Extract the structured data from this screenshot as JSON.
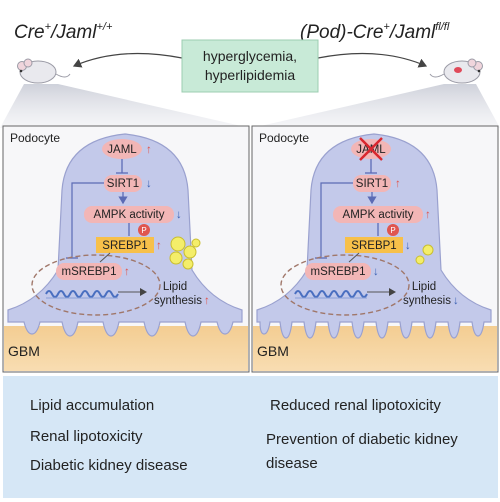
{
  "header": {
    "left_title": "Cre",
    "left_title_sup": "+",
    "left_title_rest": "/Jaml",
    "left_title_rest_sup": "+/+",
    "right_title_prefix": "(Pod)-Cre",
    "right_title_sup": "+",
    "right_title_rest": "/Jaml",
    "right_title_rest_sup": "fl/fl",
    "condition_line1": "hyperglycemia,",
    "condition_line2": "hyperlipidemia"
  },
  "panels": {
    "left": {
      "cell_label": "Podocyte",
      "jaml": "JAML",
      "sirt1": "SIRT1",
      "ampk": "AMPK activity",
      "srebp1": "SREBP1",
      "msrebp1": "mSREBP1",
      "lipid_line1": "Lipid",
      "lipid_line2": "synthesis",
      "phospho": "P",
      "gbm": "GBM"
    },
    "right": {
      "cell_label": "Podocyte",
      "jaml": "JAML",
      "sirt1": "SIRT1",
      "ampk": "AMPK activity",
      "srebp1": "SREBP1",
      "msrebp1": "mSREBP1",
      "lipid_line1": "Lipid",
      "lipid_line2": "synthesis",
      "phospho": "P",
      "gbm": "GBM"
    }
  },
  "outcomes": {
    "left": [
      "Lipid accumulation",
      "Renal lipotoxicity",
      "Diabetic kidney disease"
    ],
    "right": [
      "Reduced renal lipotoxicity",
      "Prevention of diabetic kidney",
      "disease"
    ]
  },
  "colors": {
    "cell_fill": "#c3c9ea",
    "cell_stroke": "#9aa1cf",
    "node_fill": "#f2b6b6",
    "srebp_fill": "#f7c04a",
    "gbm_fill": "#f3c98c",
    "outcome_fill": "#d6e7f6",
    "condition_fill": "#c8ead7",
    "up_arrow": "#e0564f",
    "inhibit": "#5b6bb5",
    "lipid_drop": "#f4ee6a"
  }
}
